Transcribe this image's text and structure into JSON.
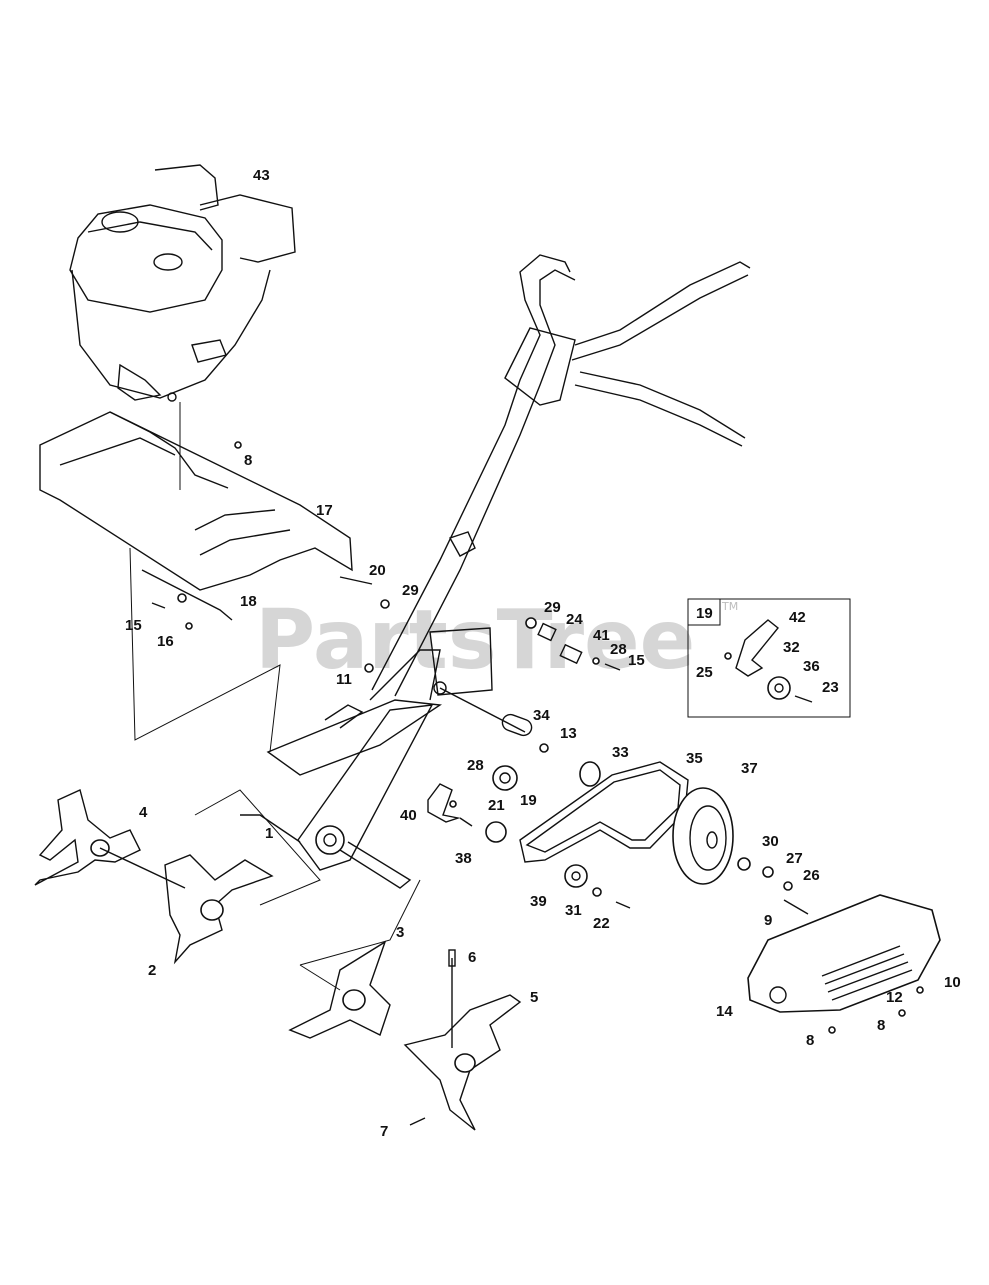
{
  "watermark": {
    "text": "PartsTree",
    "trademark": "TM"
  },
  "inset": {
    "label": "19"
  },
  "callouts": [
    {
      "id": "c43",
      "text": "43"
    },
    {
      "id": "c8a",
      "text": "8"
    },
    {
      "id": "c17",
      "text": "17"
    },
    {
      "id": "c20",
      "text": "20"
    },
    {
      "id": "c29a",
      "text": "29"
    },
    {
      "id": "c18",
      "text": "18"
    },
    {
      "id": "c15a",
      "text": "15"
    },
    {
      "id": "c16",
      "text": "16"
    },
    {
      "id": "c29b",
      "text": "29"
    },
    {
      "id": "c24",
      "text": "24"
    },
    {
      "id": "c41",
      "text": "41"
    },
    {
      "id": "c28a",
      "text": "28"
    },
    {
      "id": "c15b",
      "text": "15"
    },
    {
      "id": "c11",
      "text": "11"
    },
    {
      "id": "c34",
      "text": "34"
    },
    {
      "id": "c13",
      "text": "13"
    },
    {
      "id": "c33",
      "text": "33"
    },
    {
      "id": "c35",
      "text": "35"
    },
    {
      "id": "c28b",
      "text": "28"
    },
    {
      "id": "c19",
      "text": "19"
    },
    {
      "id": "c21",
      "text": "21"
    },
    {
      "id": "c40",
      "text": "40"
    },
    {
      "id": "c37",
      "text": "37"
    },
    {
      "id": "c1",
      "text": "1"
    },
    {
      "id": "c4",
      "text": "4"
    },
    {
      "id": "c38",
      "text": "38"
    },
    {
      "id": "c30",
      "text": "30"
    },
    {
      "id": "c27",
      "text": "27"
    },
    {
      "id": "c26",
      "text": "26"
    },
    {
      "id": "c39",
      "text": "39"
    },
    {
      "id": "c31",
      "text": "31"
    },
    {
      "id": "c22",
      "text": "22"
    },
    {
      "id": "c9",
      "text": "9"
    },
    {
      "id": "c2",
      "text": "2"
    },
    {
      "id": "c3",
      "text": "3"
    },
    {
      "id": "c6",
      "text": "6"
    },
    {
      "id": "c5",
      "text": "5"
    },
    {
      "id": "c10",
      "text": "10"
    },
    {
      "id": "c12",
      "text": "12"
    },
    {
      "id": "c14",
      "text": "14"
    },
    {
      "id": "c8b",
      "text": "8"
    },
    {
      "id": "c8c",
      "text": "8"
    },
    {
      "id": "c7",
      "text": "7"
    },
    {
      "id": "c42",
      "text": "42"
    },
    {
      "id": "c32",
      "text": "32"
    },
    {
      "id": "c36",
      "text": "36"
    },
    {
      "id": "c25",
      "text": "25"
    },
    {
      "id": "c23",
      "text": "23"
    }
  ]
}
